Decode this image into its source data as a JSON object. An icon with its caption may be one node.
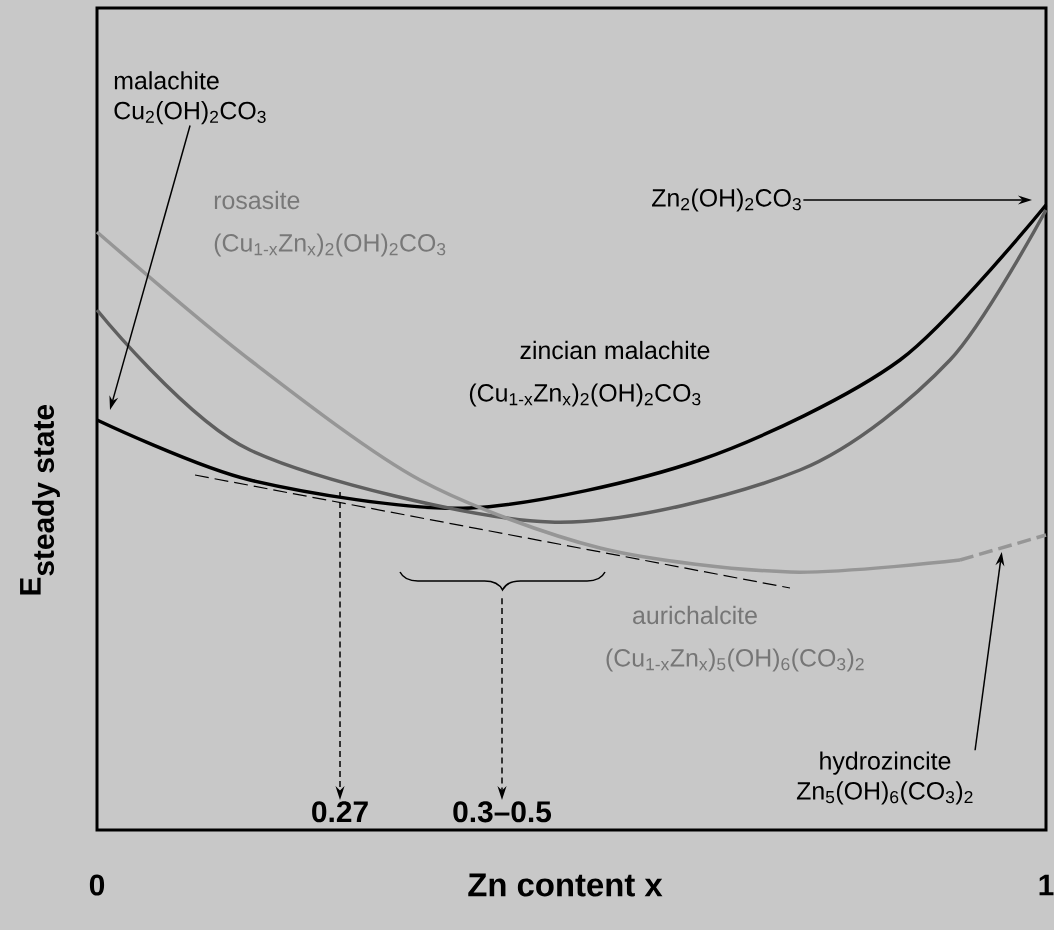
{
  "diagram": {
    "nodes": [
      {
        "text": [
          "malachite",
          "Cu$_{2}$(OH)$_{2}$CO$_{3}$"
        ]
      },
      {
        "text": [
          "Zn$_{2}$(OH)$_{2}$CO$_{3}$"
        ]
      },
      {
        "text": [
          "hydrozincite",
          "Zn$_{5}$(OH)$_{6}$(CO$_{3}$)$_{2}$"
        ]
      },
      {
        "text": [
          "0.27"
        ]
      },
      {
        "text": [
          "0.3–0.5"
        ]
      },
      {
        "text": [],
        "shape": "picture"
      },
      {
        "text": [],
        "shape": "picture"
      }
    ],
    "edges": [
      {
        "from": 0,
        "to": null,
        "arrow": "to"
      },
      {
        "from": 1,
        "to": null,
        "arrow": "to"
      },
      {
        "from": 2,
        "to": 5,
        "arrow": "to"
      },
      {
        "from": null,
        "to": 3,
        "arrow": "to",
        "style": "dashed"
      },
      {
        "from": 6,
        "to": 4,
        "arrow": "to",
        "style": "dashed"
      }
    ],
    "labels": [
      "rosasite",
      "(Cu$_{1-x}$Zn$_{x}$)$_{2}$(OH)$_{2}$CO$_{3}$",
      "zincian malachite",
      "(Cu$_{1-x}$Zn$_{x}$)$_{2}$(OH)$_{2}$CO$_{3}$",
      "aurichalcite",
      "(Cu$_{1-x}$Zn$_{x}$)$_{5}$(OH)$_{6}$(CO$_{3}$)$_{2}$",
      "\\mathbf{E}_{\\textbf{steady state}}",
      "0",
      "Zn content x",
      "1"
    ]
  }
}
